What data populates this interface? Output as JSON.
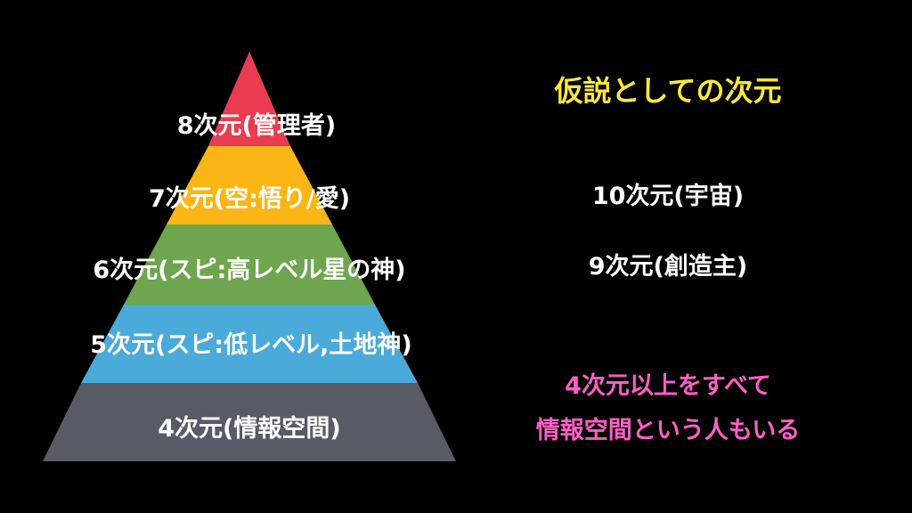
{
  "pyramid": {
    "layers": [
      {
        "label": "8次元(管理者)",
        "color": "#ea3c50"
      },
      {
        "label": "7次元(空:悟り/愛)",
        "color": "#fbb514"
      },
      {
        "label": "6次元(スピ:高レベル星の神)",
        "color": "#6ea54e"
      },
      {
        "label": "5次元(スピ:低レベル,土地神)",
        "color": "#4aaad9"
      },
      {
        "label": "4次元(情報空間)",
        "color": "#565b66"
      }
    ]
  },
  "side": {
    "title": "仮説としての次元",
    "title_color": "#fde93a",
    "dim10": "10次元(宇宙)",
    "dim9": "9次元(創造主)",
    "dim_color": "#ffffff",
    "note_line1": "4次元以上をすべて",
    "note_line2": "情報空間という人もいる",
    "note_color": "#ff5fc6"
  }
}
